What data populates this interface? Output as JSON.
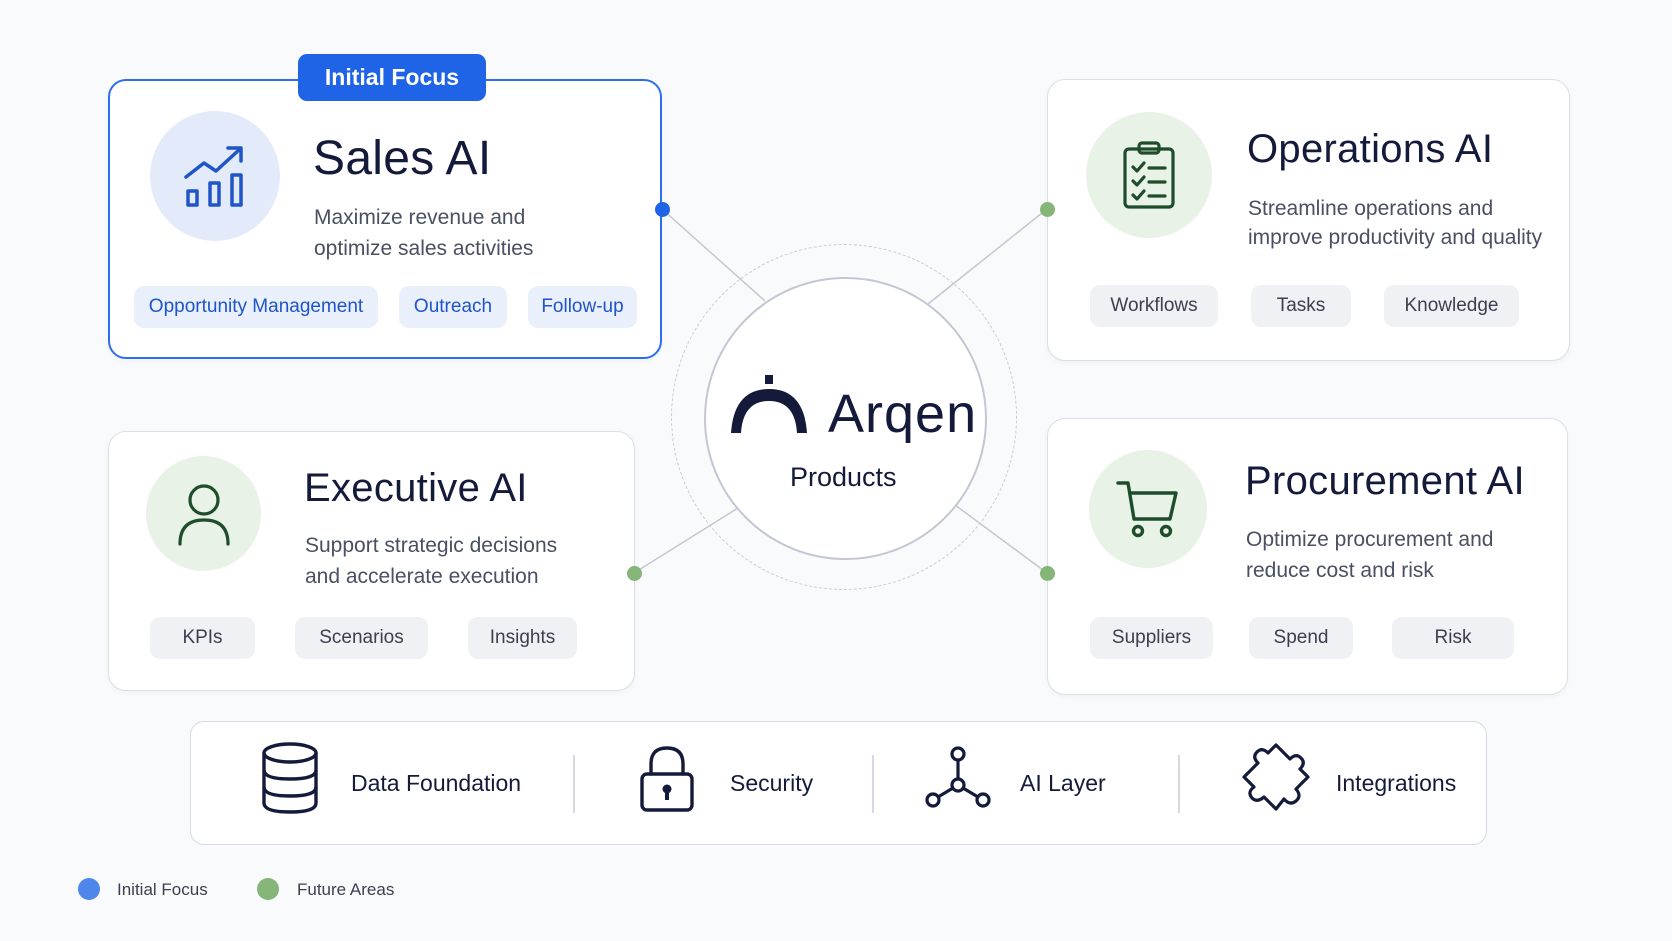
{
  "badge": "Initial Focus",
  "hub": {
    "brand": "Arqen",
    "subtitle": "Products"
  },
  "cards": {
    "sales": {
      "title": "Sales AI",
      "desc": [
        "Maximize revenue and",
        "optimize sales activities"
      ],
      "tags": [
        "Opportunity Management",
        "Outreach",
        "Follow-up"
      ],
      "icon": "chart-growth-icon"
    },
    "operations": {
      "title": "Operations AI",
      "desc": [
        "Streamline operations and",
        "improve productivity and quality"
      ],
      "tags": [
        "Workflows",
        "Tasks",
        "Knowledge"
      ],
      "icon": "clipboard-checklist-icon"
    },
    "executive": {
      "title": "Executive AI",
      "desc": [
        "Support strategic decisions",
        "and accelerate execution"
      ],
      "tags": [
        "KPIs",
        "Scenarios",
        "Insights"
      ],
      "icon": "user-icon"
    },
    "procurement": {
      "title": "Procurement AI",
      "desc": [
        "Optimize procurement and",
        "reduce cost and risk"
      ],
      "tags": [
        "Suppliers",
        "Spend",
        "Risk"
      ],
      "icon": "shopping-cart-icon"
    }
  },
  "foundation": [
    {
      "label": "Data Foundation",
      "icon": "database-icon"
    },
    {
      "label": "Security",
      "icon": "lock-icon"
    },
    {
      "label": "AI Layer",
      "icon": "network-nodes-icon"
    },
    {
      "label": "Integrations",
      "icon": "puzzle-icon"
    }
  ],
  "legend": [
    {
      "label": "Initial Focus",
      "color": "#4f86ea"
    },
    {
      "label": "Future Areas",
      "color": "#86b677"
    }
  ],
  "colors": {
    "accent_blue": "#1f63e6",
    "accent_green": "#86b677",
    "navy": "#141a3a"
  }
}
